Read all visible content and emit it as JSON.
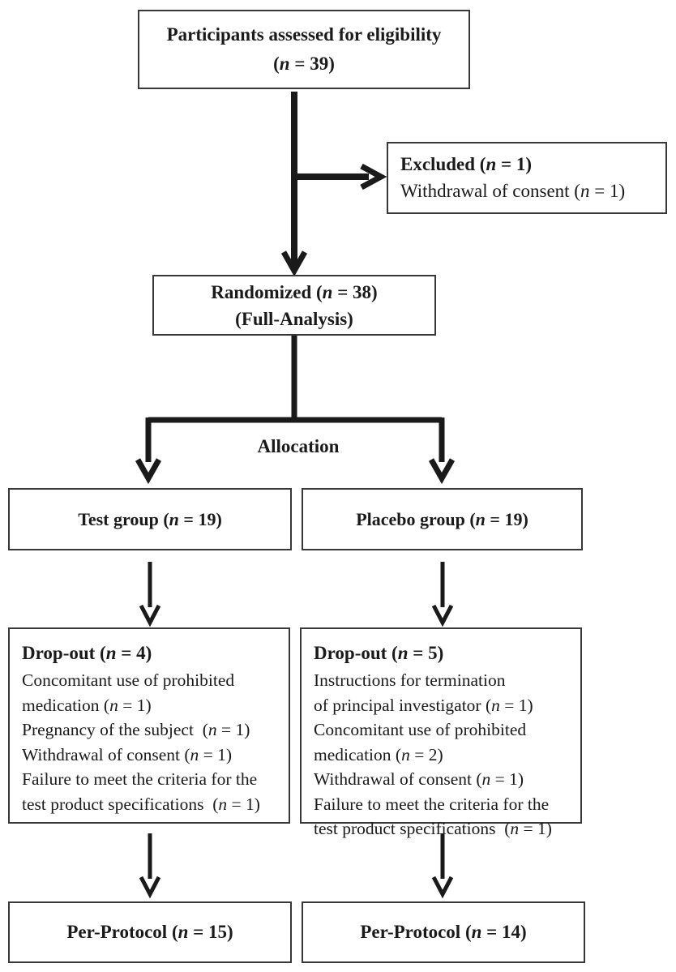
{
  "diagram": {
    "type": "consort-participant-flow",
    "colors": {
      "background": "#ffffff",
      "border": "#383838",
      "line": "#1a1a1a",
      "text": "#1a1a1a"
    },
    "boxes": {
      "eligibility": {
        "line1": "Participants assessed for eligibility",
        "line2": "(n = 39)"
      },
      "excluded": {
        "title": "Excluded (n = 1)",
        "reasons": [
          "Withdrawal of consent (n = 1)"
        ]
      },
      "randomized": {
        "line1": "Randomized (n = 38)",
        "line2": "(Full-Analysis)"
      },
      "allocation_label": "Allocation",
      "test_group": {
        "label": "Test group (n = 19)"
      },
      "placebo_group": {
        "label": "Placebo group (n = 19)"
      },
      "dropout_test": {
        "title": "Drop-out (n = 4)",
        "reasons": [
          "Concomitant use of prohibited\nmedication (n = 1)",
          "Pregnancy of the subject  (n = 1)",
          "Withdrawal of consent (n = 1)",
          "Failure to meet the criteria for the\ntest product specifications  (n = 1)"
        ]
      },
      "dropout_placebo": {
        "title": "Drop-out (n = 5)",
        "reasons": [
          "Instructions for termination\nof principal investigator (n = 1)",
          "Concomitant use of prohibited\nmedication (n = 2)",
          "Withdrawal of consent (n = 1)",
          "Failure to meet the criteria for the\ntest product specifications  (n = 1)"
        ]
      },
      "per_protocol_test": {
        "label": "Per-Protocol (n = 15)"
      },
      "per_protocol_placebo": {
        "label": "Per-Protocol (n = 14)"
      }
    }
  }
}
